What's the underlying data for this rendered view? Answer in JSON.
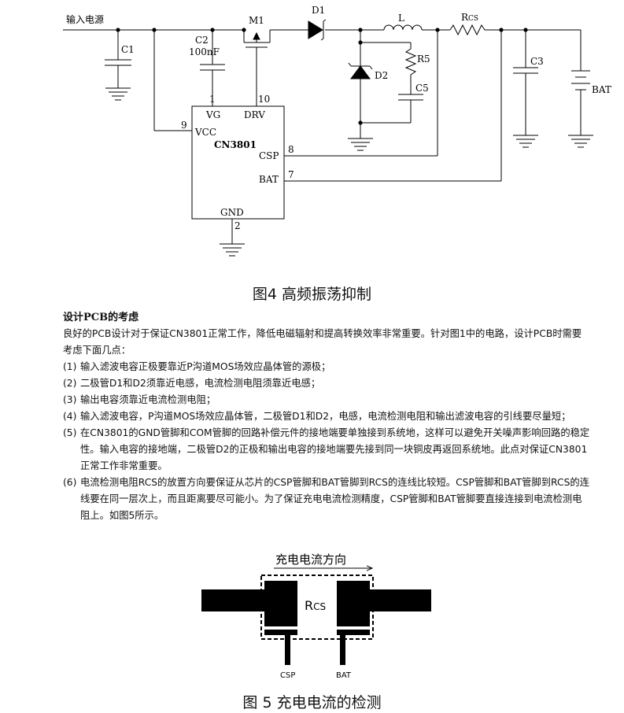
{
  "fig4": {
    "labels": {
      "input": "输入电源",
      "c1": "C1",
      "c2": "C2",
      "c2_val": "100nF",
      "m1": "M1",
      "d1": "D1",
      "l": "L",
      "rcs_r": "R",
      "rcs_sub": "CS",
      "r5": "R5",
      "d2": "D2",
      "c5": "C5",
      "c3": "C3",
      "bat": "BAT",
      "pin1": "1",
      "pin10": "10",
      "vg": "VG",
      "drv": "DRV",
      "pin9": "9",
      "vcc": "VCC",
      "chip": "CN3801",
      "csp": "CSP",
      "pin8": "8",
      "batpin": "BAT",
      "pin7": "7",
      "gnd": "GND",
      "pin2": "2"
    },
    "caption": "图4  高频振荡抑制"
  },
  "text": {
    "heading": "设计PCB的考虑",
    "intro": "良好的PCB设计对于保证CN3801正常工作，降低电磁辐射和提高转换效率非常重要。针对图1中的电路，设计PCB时需要考虑下面几点：",
    "items": [
      {
        "num": "(1)",
        "text": "输入滤波电容正极要靠近P沟道MOS场效应晶体管的源极；"
      },
      {
        "num": "(2)",
        "text": "二极管D1和D2须靠近电感，电流检测电阻须靠近电感；"
      },
      {
        "num": "(3)",
        "text": "输出电容须靠近电流检测电阻；"
      },
      {
        "num": "(4)",
        "text": "输入滤波电容，P沟道MOS场效应晶体管，二极管D1和D2，电感，电流检测电阻和输出滤波电容的引线要尽量短；"
      },
      {
        "num": "(5)",
        "text": "在CN3801的GND管脚和COM管脚的回路补偿元件的接地端要单独接到系统地，这样可以避免开关噪声影响回路的稳定性。输入电容的接地端，二极管D2的正极和输出电容的接地端要先接到同一块铜皮再返回系统地。此点对保证CN3801正常工作非常重要。"
      },
      {
        "num": "(6)",
        "text": "电流检测电阻RCS的放置方向要保证从芯片的CSP管脚和BAT管脚到RCS的连线比较短。CSP管脚和BAT管脚到RCS的连线要在同一层次上，而且距离要尽可能小。为了保证充电电流检测精度，CSP管脚和BAT管脚要直接连接到电流检测电阻上。如图5所示。"
      }
    ]
  },
  "fig5": {
    "direction": "充电电流方向",
    "rcs_r": "R",
    "rcs_sub": "CS",
    "csp": "CSP",
    "bat": "BAT",
    "caption": "图 5  充电电流的检测"
  }
}
